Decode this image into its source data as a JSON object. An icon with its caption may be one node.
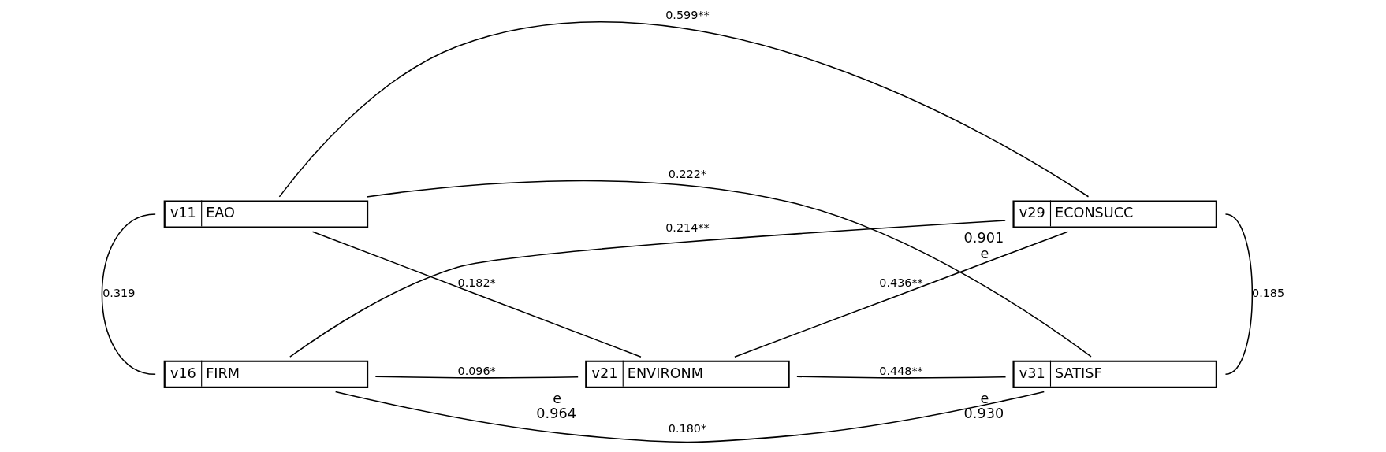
{
  "diagram": {
    "nodes": [
      {
        "text": [
          "v11",
          "EAO"
        ]
      },
      {
        "text": [
          "v29",
          "ECONSUCC"
        ],
        "beside": [
          "0.901",
          "e"
        ]
      },
      {
        "text": [
          "v21",
          "ENVIRONM"
        ],
        "beside": [
          "e",
          "0.964"
        ]
      },
      {
        "text": [
          "v31",
          "SATISF"
        ],
        "beside": [
          "e",
          "0.930"
        ]
      },
      {
        "text": [
          "v16",
          "FIRM"
        ]
      }
    ],
    "edges": [
      {
        "from": 0,
        "to": 1,
        "arrow": "none",
        "label": "0.599**"
      },
      {
        "from": 0,
        "to": 2,
        "arrow": "none",
        "label": "0.182*"
      },
      {
        "from": 0,
        "to": 3,
        "arrow": "none",
        "label": "0.222*"
      },
      {
        "from": 2,
        "to": 1,
        "arrow": "none",
        "label": "0.436**"
      },
      {
        "from": 2,
        "to": 3,
        "arrow": "none",
        "label": "0.448**"
      },
      {
        "from": 4,
        "to": 2,
        "arrow": "none",
        "label": "0.096*"
      },
      {
        "from": 4,
        "to": 1,
        "arrow": "none",
        "label": "0.214**"
      },
      {
        "from": 4,
        "to": 3,
        "arrow": "none",
        "label": "0.180*"
      },
      {
        "from": 0,
        "to": 4,
        "arrow": "none",
        "label": "0.319"
      },
      {
        "from": 1,
        "to": 3,
        "arrow": "none",
        "label": "0.185"
      }
    ]
  }
}
